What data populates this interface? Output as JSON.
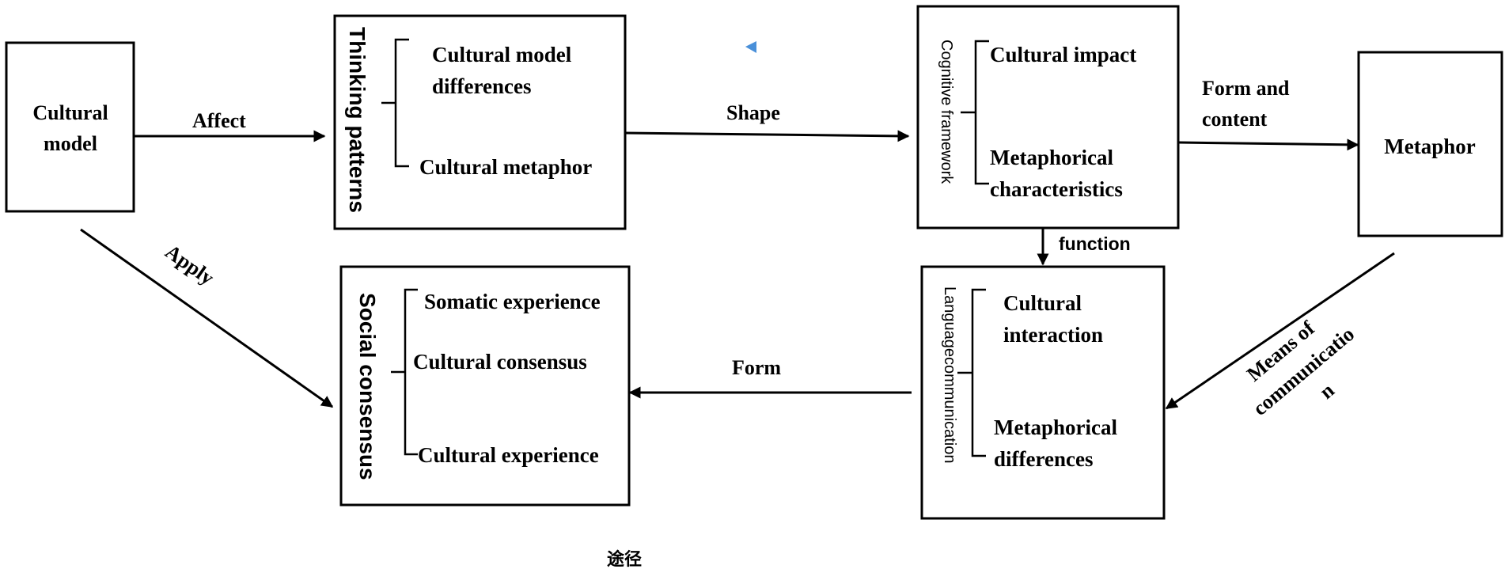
{
  "nodes": {
    "cultural_model": {
      "label_1": "Cultural",
      "label_2": "model"
    },
    "thinking_patterns": {
      "title": "Thinking patterns",
      "item_1a": "Cultural model",
      "item_1b": "differences",
      "item_2": "Cultural metaphor"
    },
    "cognitive_framework": {
      "title": "Cognitive framework",
      "item_1": "Cultural impact",
      "item_2a": "Metaphorical",
      "item_2b": "characteristics"
    },
    "metaphor": {
      "label": "Metaphor"
    },
    "language_communication": {
      "title": "Languagecommunication",
      "item_1a": "Cultural",
      "item_1b": "interaction",
      "item_2a": "Metaphorical",
      "item_2b": "differences"
    },
    "social_consensus": {
      "title": "Social consensus",
      "item_1": "Somatic experience",
      "item_2": "Cultural consensus",
      "item_3": "Cultural experience"
    }
  },
  "edges": {
    "affect": "Affect",
    "shape": "Shape",
    "form_and_content_1": "Form and",
    "form_and_content_2": "content",
    "function": "function",
    "form": "Form",
    "apply": "Apply",
    "means_1": "Means of",
    "means_2": "communicatio",
    "means_3": "n"
  },
  "footer_text": "途径",
  "colors": {
    "stroke": "#000000",
    "marker": "#4a90d9"
  }
}
